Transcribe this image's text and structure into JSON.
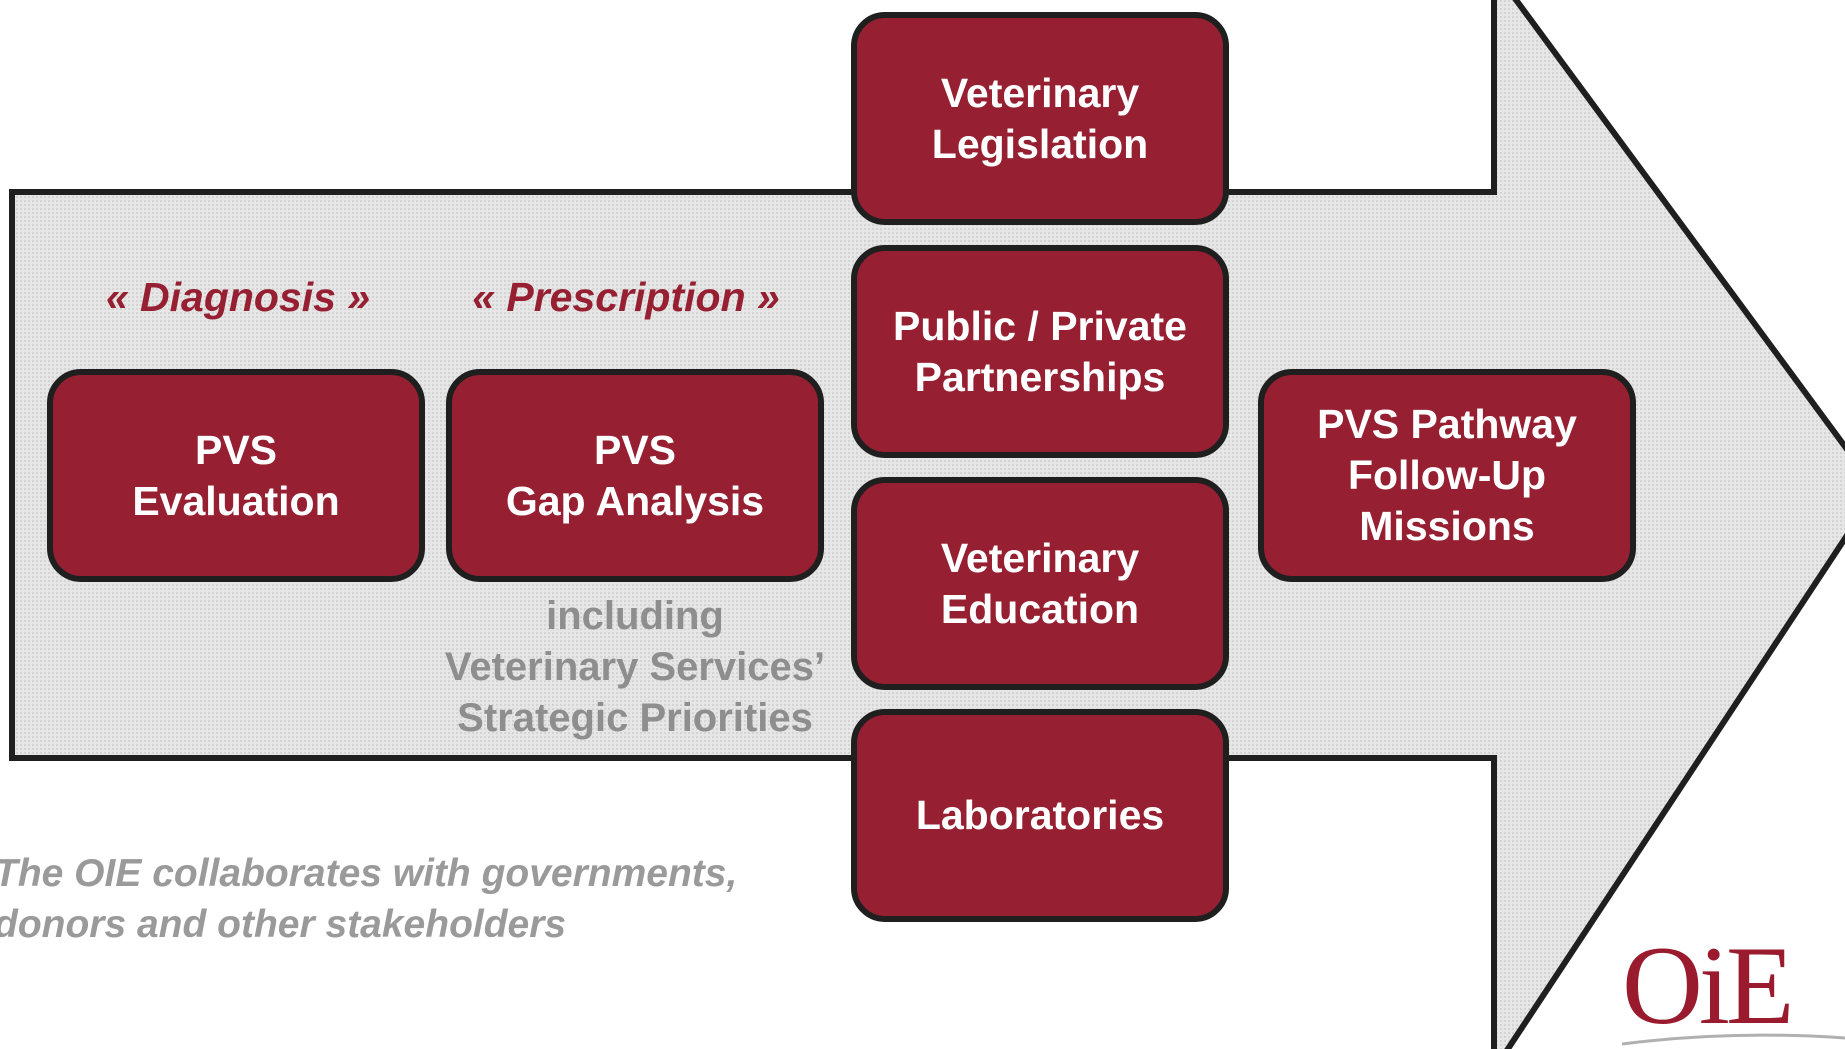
{
  "colors": {
    "box_fill": "#962032",
    "box_border": "#1f1f1f",
    "arrow_fill": "#e3e3e3",
    "phase_text": "#962032",
    "note_text": "#8e8e8e",
    "collab_text": "#9a9a9a"
  },
  "phases": {
    "diagnosis": "« Diagnosis »",
    "prescription": "« Prescription »"
  },
  "boxes": {
    "pvs_evaluation": [
      "PVS",
      "Evaluation"
    ],
    "pvs_gap_analysis": [
      "PVS",
      "Gap Analysis"
    ],
    "veterinary_legislation": [
      "Veterinary",
      "Legislation"
    ],
    "public_private": [
      "Public / Private",
      "Partnerships"
    ],
    "veterinary_education": [
      "Veterinary",
      "Education"
    ],
    "laboratories": [
      "Laboratories"
    ],
    "follow_up": [
      "PVS Pathway",
      "Follow-Up",
      "Missions"
    ]
  },
  "gap_note": [
    "including",
    "Veterinary Services’",
    "Strategic Priorities"
  ],
  "collaboration": [
    "The OIE collaborates with governments,",
    "donors and other stakeholders"
  ],
  "logo": {
    "text": "OiE",
    "icon": "oie-logo"
  }
}
